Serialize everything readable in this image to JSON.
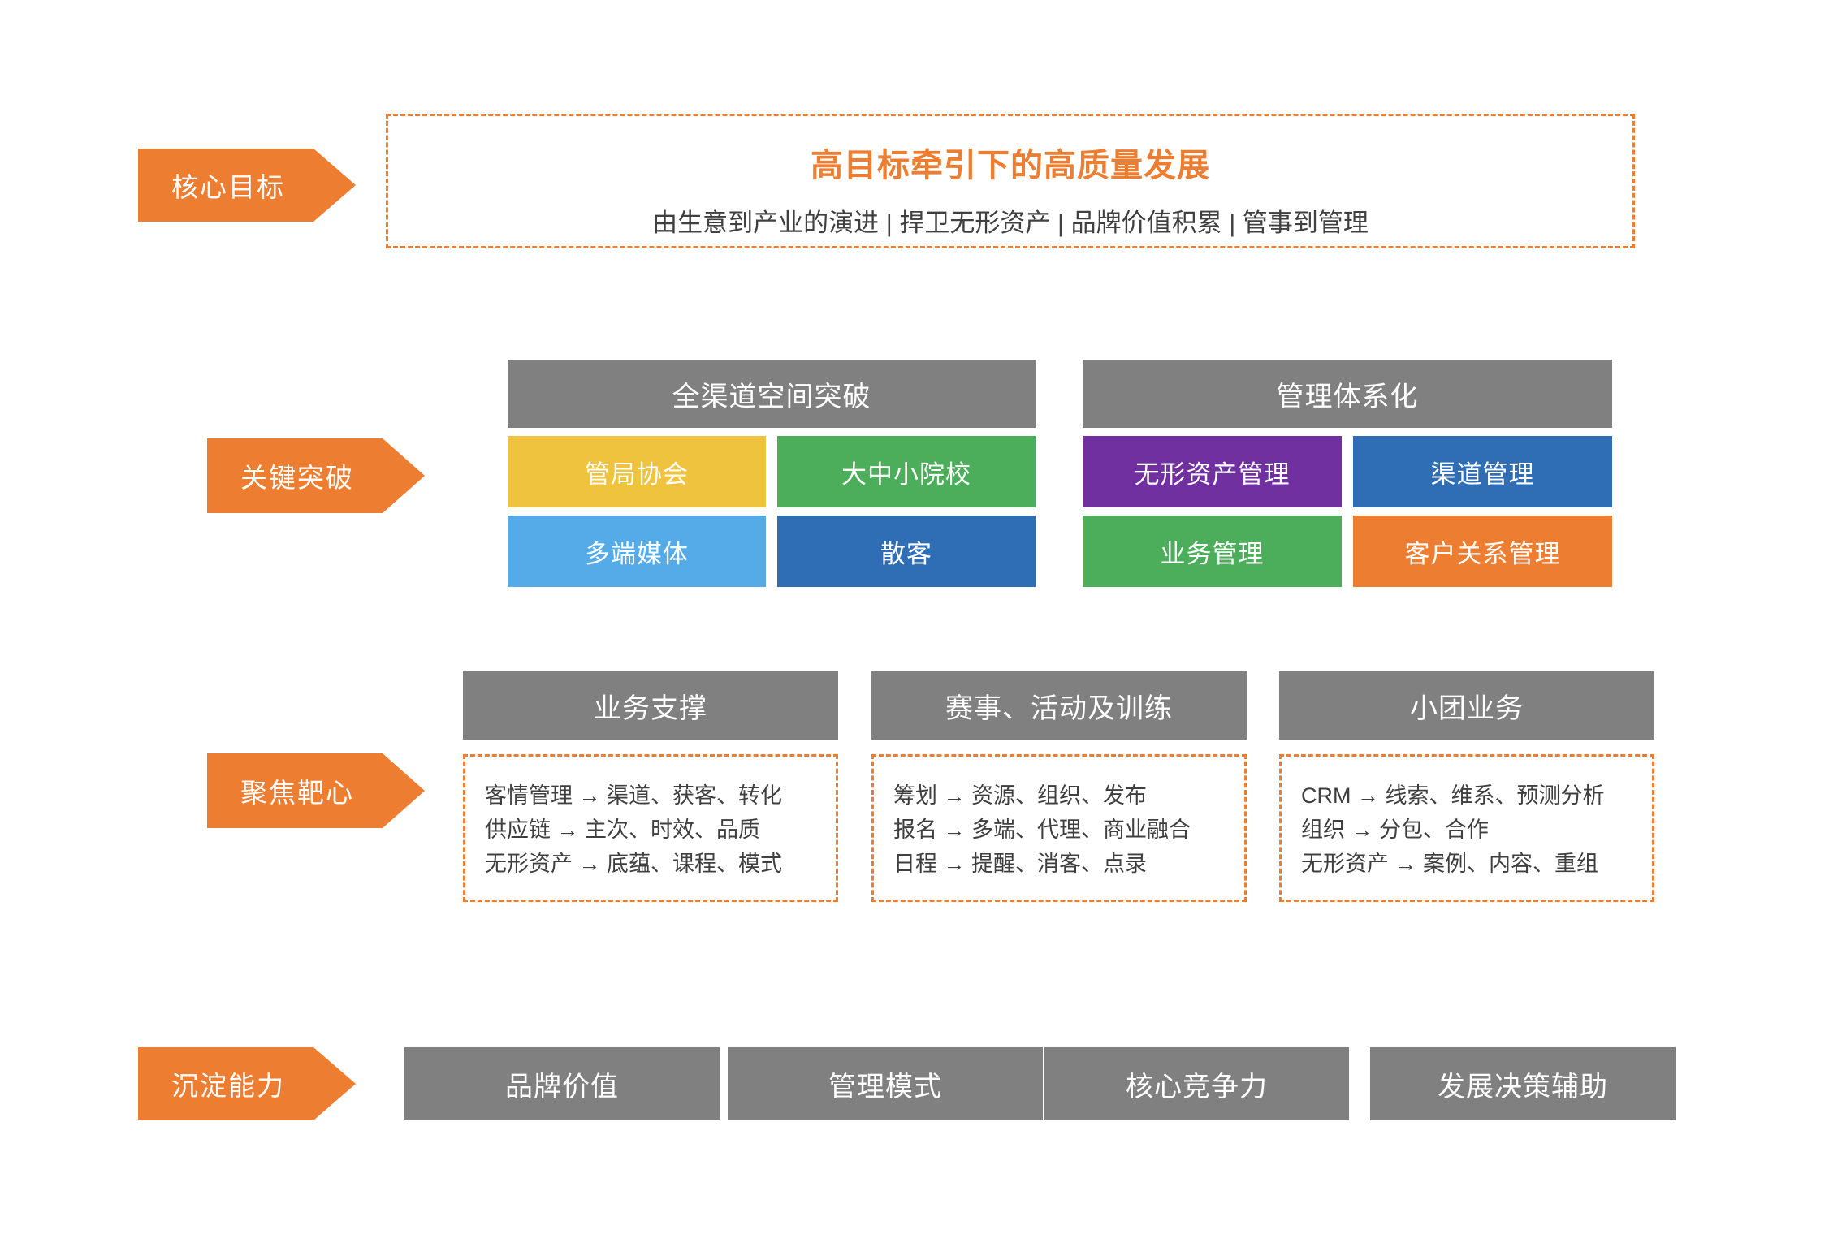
{
  "colors": {
    "accent_orange": "#ED7D31",
    "header_gray": "#808080",
    "yellow": "#F0C33E",
    "green": "#4CAE5A",
    "light_blue": "#54ABE8",
    "dark_blue": "#2F6EB5",
    "purple": "#7030A0",
    "body_text": "#3F3F3F"
  },
  "core_goal": {
    "label": "核心目标",
    "title": "高目标牵引下的高质量发展",
    "subtitle": "由生意到产业的演进 | 捍卫无形资产 | 品牌价值积累 | 管事到管理"
  },
  "key_breakthrough": {
    "label": "关键突破",
    "groups": [
      {
        "header": "全渠道空间突破",
        "cells": [
          {
            "label": "管局协会",
            "color": "#F0C33E"
          },
          {
            "label": "大中小院校",
            "color": "#4CAE5A"
          },
          {
            "label": "多端媒体",
            "color": "#54ABE8"
          },
          {
            "label": "散客",
            "color": "#2F6EB5"
          }
        ]
      },
      {
        "header": "管理体系化",
        "cells": [
          {
            "label": "无形资产管理",
            "color": "#7030A0"
          },
          {
            "label": "渠道管理",
            "color": "#2F6EB5"
          },
          {
            "label": "业务管理",
            "color": "#4CAE5A"
          },
          {
            "label": "客户关系管理",
            "color": "#ED7D31"
          }
        ]
      }
    ]
  },
  "focus_target": {
    "label": "聚焦靶心",
    "groups": [
      {
        "header": "业务支撑",
        "lines": [
          "客情管理 → 渠道、获客、转化",
          "供应链 → 主次、时效、品质",
          "无形资产 → 底蕴、课程、模式"
        ]
      },
      {
        "header": "赛事、活动及训练",
        "lines": [
          "筹划 → 资源、组织、发布",
          "报名 → 多端、代理、商业融合",
          "日程 → 提醒、消客、点录"
        ]
      },
      {
        "header": "小团业务",
        "lines": [
          "CRM → 线索、维系、预测分析",
          "组织 → 分包、合作",
          "无形资产 → 案例、内容、重组"
        ]
      }
    ]
  },
  "capability": {
    "label": "沉淀能力",
    "items": [
      "品牌价值",
      "管理模式",
      "核心竞争力",
      "发展决策辅助"
    ]
  }
}
